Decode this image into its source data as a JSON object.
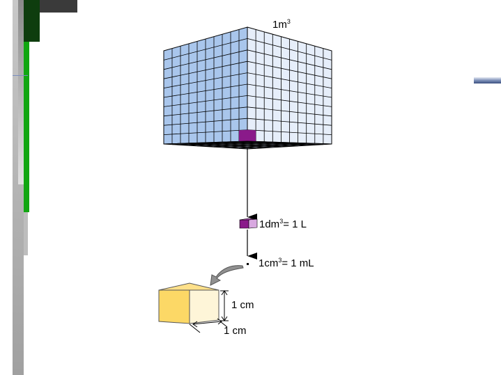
{
  "diagram": {
    "label_m3": {
      "prefix": "1m",
      "exp": "3",
      "suffix": ""
    },
    "label_dm3": {
      "prefix": "1dm",
      "exp": "3",
      "suffix": "= 1 L"
    },
    "label_cm3": {
      "prefix": "1cm",
      "exp": "3",
      "suffix": "= 1 mL"
    },
    "dim_height": "1 cm",
    "dim_width": "1 cm"
  },
  "colors": {
    "cube_left_face": "#a9c6ec",
    "cube_right_face": "#e6eefa",
    "highlight": "#8a1a8a",
    "small_cube_front": "#fcd866",
    "small_cube_top": "#fee08a",
    "small_cube_side": "#fef5d8",
    "accent_green": "#0a9a0a",
    "accent_dark": "#333333"
  }
}
